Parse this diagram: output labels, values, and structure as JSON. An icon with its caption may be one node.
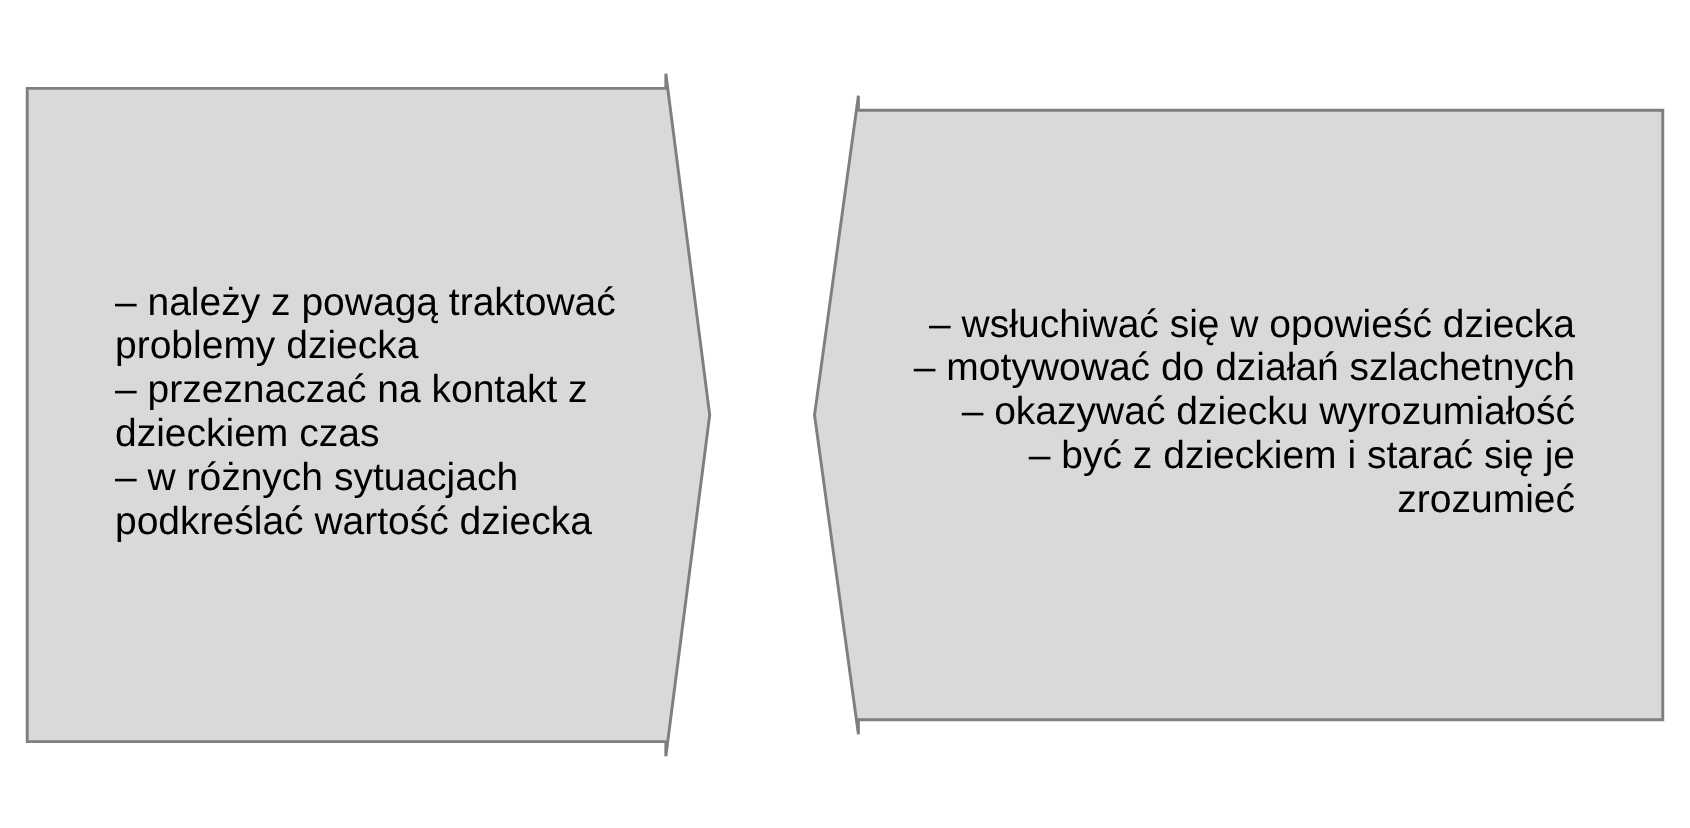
{
  "diagram": {
    "nodes": [
      {
        "text": [
          "– należy z powagą traktować problemy dziecka",
          "– przeznaczać na kontakt z dzieckiem czas",
          "– w różnych sytuacjach podkreślać wartość dziecka"
        ]
      },
      {
        "text": [
          "– wsłuchiwać się w opowieść dziecka",
          "– motywować do działań szlachetnych",
          "– okazywać dziecku wyrozumiałość",
          "– być z dzieckiem i starać się je zrozumieć"
        ]
      }
    ]
  }
}
